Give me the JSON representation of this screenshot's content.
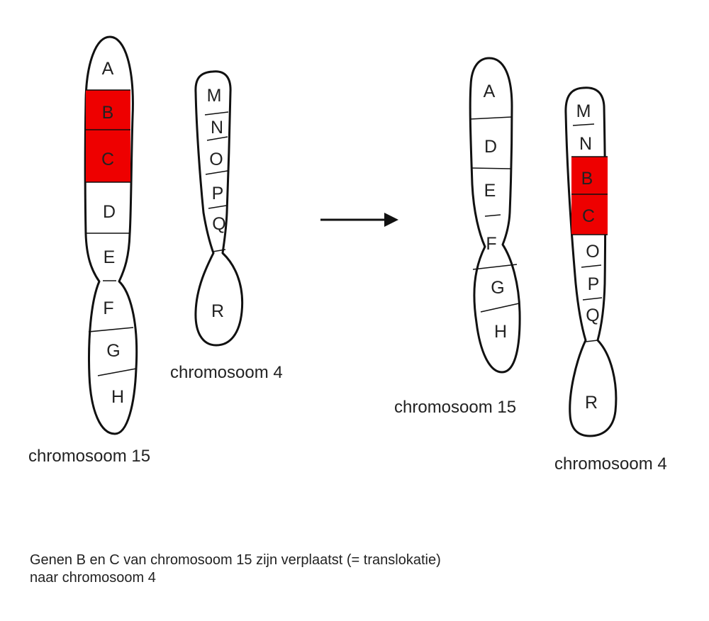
{
  "colors": {
    "moved_gene": "#ee0000",
    "outline": "#111111",
    "text": "#222222"
  },
  "before": {
    "chromosome_15": {
      "label": "chromosoom 15",
      "genes": [
        "A",
        "B",
        "C",
        "D",
        "E",
        "F",
        "G",
        "H"
      ],
      "moved_genes": [
        "B",
        "C"
      ]
    },
    "chromosome_4": {
      "label": "chromosoom 4",
      "genes": [
        "M",
        "N",
        "O",
        "P",
        "Q",
        "R"
      ]
    }
  },
  "after": {
    "chromosome_15": {
      "label": "chromosoom 15",
      "genes": [
        "A",
        "D",
        "E",
        "F",
        "G",
        "H"
      ]
    },
    "chromosome_4": {
      "label": "chromosoom 4",
      "genes": [
        "M",
        "N",
        "B",
        "C",
        "O",
        "P",
        "Q",
        "R"
      ],
      "moved_genes": [
        "B",
        "C"
      ]
    }
  },
  "arrow": {
    "icon": "arrow-right-icon"
  },
  "caption": {
    "line1": "Genen B en C van chromosoom 15 zijn verplaatst (= translokatie)",
    "line2": "naar chromosoom 4"
  }
}
